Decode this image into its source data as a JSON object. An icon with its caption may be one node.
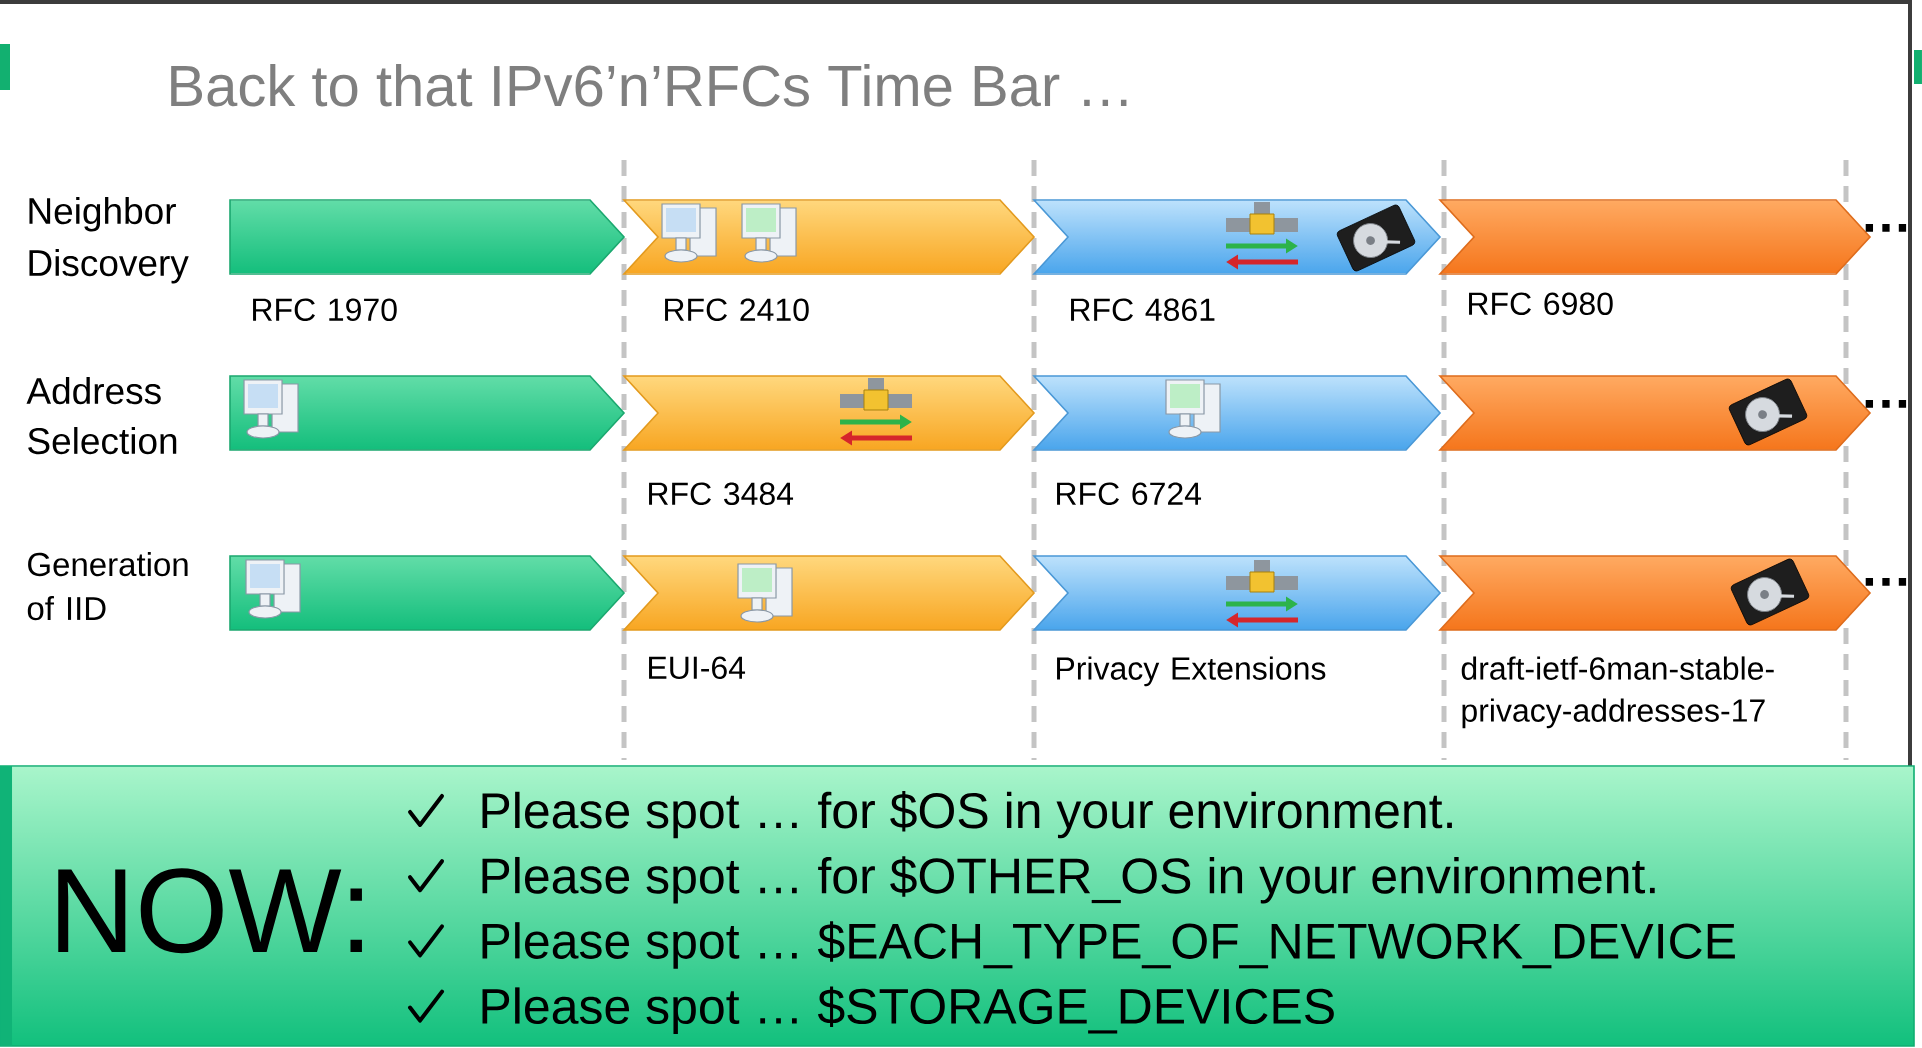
{
  "diagram": {
    "title": "Back to that IPv6’n’RFCs Time Bar …",
    "nodes": [
      {
        "text": [],
        "shape": "chevron",
        "beside": [
          "RFC 1970"
        ]
      },
      {
        "text": [],
        "shape": "chevron",
        "beside": [
          "RFC 2410"
        ]
      },
      {
        "text": [],
        "shape": "chevron",
        "beside": [
          "RFC 4861"
        ]
      },
      {
        "text": [],
        "shape": "chevron",
        "beside": [
          "RFC 6980"
        ]
      },
      {
        "text": [],
        "shape": "chevron"
      },
      {
        "text": [],
        "shape": "chevron",
        "beside": [
          "RFC 3484"
        ]
      },
      {
        "text": [],
        "shape": "chevron",
        "beside": [
          "RFC 6724"
        ]
      },
      {
        "text": [],
        "shape": "chevron"
      },
      {
        "text": [],
        "shape": "chevron"
      },
      {
        "text": [],
        "shape": "chevron",
        "beside": [
          "EUI-64"
        ]
      },
      {
        "text": [],
        "shape": "chevron",
        "beside": [
          "Privacy Extensions"
        ]
      },
      {
        "text": [],
        "shape": "chevron",
        "beside": [
          "draft-ietf-6man-stable-privacy-addresses-17"
        ]
      },
      {
        "text": [
          "NOW:",
          "Please spot … for $OS in your environment.",
          "Please spot … for $OTHER_OS in your environment.",
          "Please spot … $EACH_TYPE_OF_NETWORK_DEVICE",
          "Please spot … $STORAGE_DEVICES"
        ]
      }
    ],
    "labels": [
      "Neighbor Discovery",
      "…",
      "Address Selection",
      "…",
      "Generation of IID",
      "…"
    ]
  }
}
